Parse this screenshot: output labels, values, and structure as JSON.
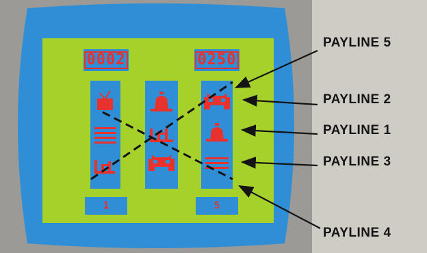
{
  "game": {
    "left_counter": "0002",
    "right_counter": "0250",
    "left_box_value": "1",
    "right_box_value": "5"
  },
  "reels": {
    "left": [
      "tv-icon",
      "bars-icon",
      "hut-icon"
    ],
    "middle": [
      "bell-icon",
      "hut-icon",
      "car-icon"
    ],
    "right": [
      "car-icon",
      "bell-icon",
      "bars-icon"
    ]
  },
  "paylines": [
    {
      "label": "PAYLINE 5"
    },
    {
      "label": "PAYLINE 2"
    },
    {
      "label": "PAYLINE 1"
    },
    {
      "label": "PAYLINE 3"
    },
    {
      "label": "PAYLINE 4"
    }
  ],
  "colors": {
    "screen_blue": "#2f8ed6",
    "playfield_green": "#a6d12a",
    "symbol_red": "#e8322e",
    "ink": "#141414"
  }
}
